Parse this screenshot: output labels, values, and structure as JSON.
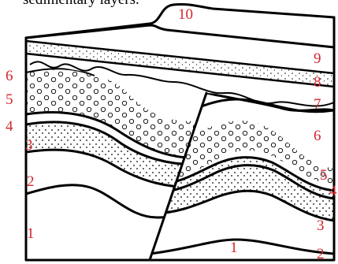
{
  "caption": "sedimentary layers.",
  "label_color": "#d3262c",
  "labels": {
    "top_10": "10",
    "right_9": "9",
    "right_8": "8",
    "right_7": "7",
    "right_6": "6",
    "right_5": "5",
    "right_4": "4",
    "right_3": "3",
    "right_2": "2",
    "bottom_1": "1",
    "left_6": "6",
    "left_5": "5",
    "left_4": "4",
    "left_3": "3",
    "left_2": "2",
    "left_1": "1"
  }
}
